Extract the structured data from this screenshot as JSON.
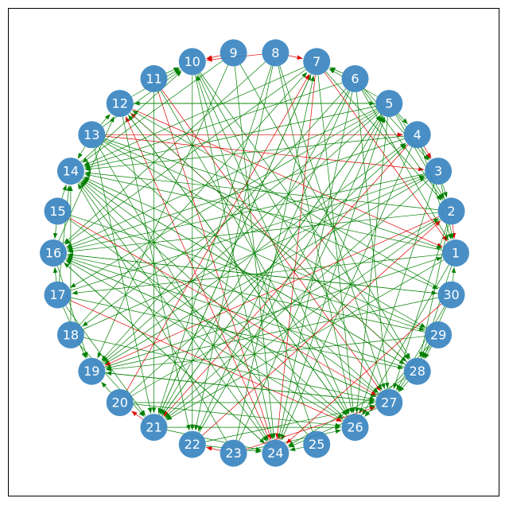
{
  "graph": {
    "node_color": "#3a86c1",
    "edge_colors": {
      "green": "#008000",
      "red": "#e00000"
    },
    "nodes": [
      {
        "id": "1"
      },
      {
        "id": "2"
      },
      {
        "id": "3"
      },
      {
        "id": "4"
      },
      {
        "id": "5"
      },
      {
        "id": "6"
      },
      {
        "id": "7"
      },
      {
        "id": "8"
      },
      {
        "id": "9"
      },
      {
        "id": "10"
      },
      {
        "id": "11"
      },
      {
        "id": "12"
      },
      {
        "id": "13"
      },
      {
        "id": "14"
      },
      {
        "id": "15"
      },
      {
        "id": "16"
      },
      {
        "id": "17"
      },
      {
        "id": "18"
      },
      {
        "id": "19"
      },
      {
        "id": "20"
      },
      {
        "id": "21"
      },
      {
        "id": "22"
      },
      {
        "id": "23"
      },
      {
        "id": "24"
      },
      {
        "id": "25"
      },
      {
        "id": "26"
      },
      {
        "id": "27"
      },
      {
        "id": "28"
      },
      {
        "id": "29"
      },
      {
        "id": "30"
      }
    ],
    "edges": [
      {
        "from": "9",
        "to": "10",
        "color": "red"
      },
      {
        "from": "8",
        "to": "10",
        "color": "red"
      },
      {
        "from": "8",
        "to": "7",
        "color": "red"
      },
      {
        "from": "5",
        "to": "7",
        "color": "green"
      },
      {
        "from": "6",
        "to": "7",
        "color": "green"
      },
      {
        "from": "5",
        "to": "4",
        "color": "green"
      },
      {
        "from": "5",
        "to": "3",
        "color": "green"
      },
      {
        "from": "5",
        "to": "2",
        "color": "green"
      },
      {
        "from": "4",
        "to": "3",
        "color": "red"
      },
      {
        "from": "3",
        "to": "2",
        "color": "green"
      },
      {
        "from": "2",
        "to": "1",
        "color": "red"
      },
      {
        "from": "30",
        "to": "1",
        "color": "green"
      },
      {
        "from": "29",
        "to": "28",
        "color": "green"
      },
      {
        "from": "30",
        "to": "28",
        "color": "green"
      },
      {
        "from": "28",
        "to": "27",
        "color": "green"
      },
      {
        "from": "25",
        "to": "24",
        "color": "green"
      },
      {
        "from": "23",
        "to": "22",
        "color": "red"
      },
      {
        "from": "21",
        "to": "20",
        "color": "red"
      },
      {
        "from": "20",
        "to": "19",
        "color": "green"
      },
      {
        "from": "17",
        "to": "16",
        "color": "green"
      },
      {
        "from": "15",
        "to": "16",
        "color": "green"
      },
      {
        "from": "15",
        "to": "14",
        "color": "green"
      },
      {
        "from": "13",
        "to": "14",
        "color": "green"
      },
      {
        "from": "13",
        "to": "12",
        "color": "green"
      },
      {
        "from": "11",
        "to": "10",
        "color": "green"
      },
      {
        "from": "13",
        "to": "3",
        "color": "red"
      },
      {
        "from": "13",
        "to": "4",
        "color": "red"
      },
      {
        "from": "12",
        "to": "5",
        "color": "green"
      },
      {
        "from": "12",
        "to": "1",
        "color": "red"
      },
      {
        "from": "11",
        "to": "27",
        "color": "red"
      },
      {
        "from": "11",
        "to": "24",
        "color": "red"
      },
      {
        "from": "10",
        "to": "27",
        "color": "green"
      },
      {
        "from": "10",
        "to": "26",
        "color": "green"
      },
      {
        "from": "10",
        "to": "28",
        "color": "green"
      },
      {
        "from": "10",
        "to": "22",
        "color": "green"
      },
      {
        "from": "9",
        "to": "24",
        "color": "green"
      },
      {
        "from": "9",
        "to": "19",
        "color": "green"
      },
      {
        "from": "9",
        "to": "14",
        "color": "green"
      },
      {
        "from": "8",
        "to": "26",
        "color": "green"
      },
      {
        "from": "8",
        "to": "21",
        "color": "green"
      },
      {
        "from": "8",
        "to": "16",
        "color": "green"
      },
      {
        "from": "8",
        "to": "27",
        "color": "green"
      },
      {
        "from": "7",
        "to": "24",
        "color": "red"
      },
      {
        "from": "7",
        "to": "21",
        "color": "green"
      },
      {
        "from": "7",
        "to": "14",
        "color": "green"
      },
      {
        "from": "7",
        "to": "16",
        "color": "green"
      },
      {
        "from": "6",
        "to": "19",
        "color": "green"
      },
      {
        "from": "6",
        "to": "21",
        "color": "green"
      },
      {
        "from": "6",
        "to": "14",
        "color": "green"
      },
      {
        "from": "6",
        "to": "27",
        "color": "green"
      },
      {
        "from": "5",
        "to": "16",
        "color": "green"
      },
      {
        "from": "5",
        "to": "19",
        "color": "green"
      },
      {
        "from": "5",
        "to": "21",
        "color": "green"
      },
      {
        "from": "5",
        "to": "14",
        "color": "green"
      },
      {
        "from": "5",
        "to": "12",
        "color": "green"
      },
      {
        "from": "4",
        "to": "14",
        "color": "green"
      },
      {
        "from": "4",
        "to": "16",
        "color": "green"
      },
      {
        "from": "4",
        "to": "21",
        "color": "red"
      },
      {
        "from": "3",
        "to": "16",
        "color": "green"
      },
      {
        "from": "3",
        "to": "21",
        "color": "green"
      },
      {
        "from": "3",
        "to": "19",
        "color": "green"
      },
      {
        "from": "2",
        "to": "16",
        "color": "green"
      },
      {
        "from": "2",
        "to": "19",
        "color": "red"
      },
      {
        "from": "2",
        "to": "21",
        "color": "green"
      },
      {
        "from": "2",
        "to": "14",
        "color": "green"
      },
      {
        "from": "1",
        "to": "17",
        "color": "green"
      },
      {
        "from": "1",
        "to": "14",
        "color": "green"
      },
      {
        "from": "1",
        "to": "21",
        "color": "green"
      },
      {
        "from": "30",
        "to": "16",
        "color": "green"
      },
      {
        "from": "30",
        "to": "19",
        "color": "green"
      },
      {
        "from": "30",
        "to": "12",
        "color": "green"
      },
      {
        "from": "29",
        "to": "16",
        "color": "green"
      },
      {
        "from": "29",
        "to": "14",
        "color": "green"
      },
      {
        "from": "29",
        "to": "19",
        "color": "green"
      },
      {
        "from": "28",
        "to": "16",
        "color": "green"
      },
      {
        "from": "28",
        "to": "14",
        "color": "green"
      },
      {
        "from": "28",
        "to": "12",
        "color": "red"
      },
      {
        "from": "27",
        "to": "16",
        "color": "green"
      },
      {
        "from": "27",
        "to": "14",
        "color": "green"
      },
      {
        "from": "27",
        "to": "19",
        "color": "green"
      },
      {
        "from": "26",
        "to": "16",
        "color": "green"
      },
      {
        "from": "26",
        "to": "14",
        "color": "green"
      },
      {
        "from": "26",
        "to": "12",
        "color": "green"
      },
      {
        "from": "25",
        "to": "14",
        "color": "green"
      },
      {
        "from": "25",
        "to": "10",
        "color": "green"
      },
      {
        "from": "24",
        "to": "16",
        "color": "green"
      },
      {
        "from": "24",
        "to": "12",
        "color": "red"
      },
      {
        "from": "24",
        "to": "5",
        "color": "green"
      },
      {
        "from": "23",
        "to": "14",
        "color": "green"
      },
      {
        "from": "23",
        "to": "5",
        "color": "green"
      },
      {
        "from": "23",
        "to": "7",
        "color": "green"
      },
      {
        "from": "22",
        "to": "5",
        "color": "green"
      },
      {
        "from": "22",
        "to": "2",
        "color": "red"
      },
      {
        "from": "21",
        "to": "7",
        "color": "green"
      },
      {
        "from": "21",
        "to": "5",
        "color": "green"
      },
      {
        "from": "20",
        "to": "4",
        "color": "green"
      },
      {
        "from": "20",
        "to": "2",
        "color": "green"
      },
      {
        "from": "20",
        "to": "7",
        "color": "red"
      },
      {
        "from": "19",
        "to": "1",
        "color": "green"
      },
      {
        "from": "19",
        "to": "4",
        "color": "green"
      },
      {
        "from": "18",
        "to": "3",
        "color": "green"
      },
      {
        "from": "18",
        "to": "27",
        "color": "green"
      },
      {
        "from": "18",
        "to": "7",
        "color": "green"
      },
      {
        "from": "17",
        "to": "28",
        "color": "green"
      },
      {
        "from": "17",
        "to": "26",
        "color": "red"
      },
      {
        "from": "17",
        "to": "3",
        "color": "green"
      },
      {
        "from": "16",
        "to": "27",
        "color": "green"
      },
      {
        "from": "16",
        "to": "24",
        "color": "green"
      },
      {
        "from": "16",
        "to": "30",
        "color": "green"
      },
      {
        "from": "15",
        "to": "26",
        "color": "green"
      },
      {
        "from": "15",
        "to": "27",
        "color": "red"
      },
      {
        "from": "15",
        "to": "29",
        "color": "green"
      },
      {
        "from": "14",
        "to": "28",
        "color": "green"
      },
      {
        "from": "14",
        "to": "24",
        "color": "green"
      },
      {
        "from": "13",
        "to": "27",
        "color": "green"
      },
      {
        "from": "13",
        "to": "24",
        "color": "green"
      },
      {
        "from": "13",
        "to": "29",
        "color": "green"
      },
      {
        "from": "13",
        "to": "21",
        "color": "green"
      },
      {
        "from": "12",
        "to": "26",
        "color": "green"
      },
      {
        "from": "12",
        "to": "22",
        "color": "green"
      },
      {
        "from": "12",
        "to": "28",
        "color": "green"
      },
      {
        "from": "11",
        "to": "21",
        "color": "green"
      },
      {
        "from": "11",
        "to": "26",
        "color": "green"
      },
      {
        "from": "10",
        "to": "24",
        "color": "green"
      },
      {
        "from": "9",
        "to": "28",
        "color": "green"
      },
      {
        "from": "8",
        "to": "22",
        "color": "green"
      },
      {
        "from": "7",
        "to": "26",
        "color": "green"
      },
      {
        "from": "6",
        "to": "24",
        "color": "green"
      },
      {
        "from": "6",
        "to": "22",
        "color": "green"
      },
      {
        "from": "5",
        "to": "26",
        "color": "green"
      },
      {
        "from": "4",
        "to": "24",
        "color": "green"
      },
      {
        "from": "3",
        "to": "26",
        "color": "green"
      },
      {
        "from": "2",
        "to": "27",
        "color": "green"
      },
      {
        "from": "1",
        "to": "26",
        "color": "green"
      },
      {
        "from": "20",
        "to": "27",
        "color": "green"
      },
      {
        "from": "20",
        "to": "26",
        "color": "green"
      },
      {
        "from": "19",
        "to": "27",
        "color": "green"
      },
      {
        "from": "21",
        "to": "26",
        "color": "green"
      },
      {
        "from": "22",
        "to": "27",
        "color": "green"
      },
      {
        "from": "23",
        "to": "26",
        "color": "green"
      },
      {
        "from": "23",
        "to": "27",
        "color": "red"
      },
      {
        "from": "22",
        "to": "24",
        "color": "green"
      },
      {
        "from": "21",
        "to": "24",
        "color": "green"
      },
      {
        "from": "18",
        "to": "21",
        "color": "green"
      },
      {
        "from": "17",
        "to": "19",
        "color": "green"
      },
      {
        "from": "17",
        "to": "21",
        "color": "green"
      },
      {
        "from": "16",
        "to": "19",
        "color": "green"
      },
      {
        "from": "18",
        "to": "14",
        "color": "green"
      },
      {
        "from": "17",
        "to": "14",
        "color": "green"
      },
      {
        "from": "16",
        "to": "12",
        "color": "green"
      },
      {
        "from": "14",
        "to": "10",
        "color": "green"
      },
      {
        "from": "12",
        "to": "10",
        "color": "green"
      },
      {
        "from": "13",
        "to": "10",
        "color": "green"
      },
      {
        "from": "6",
        "to": "3",
        "color": "green"
      },
      {
        "from": "6",
        "to": "2",
        "color": "green"
      },
      {
        "from": "6",
        "to": "1",
        "color": "green"
      },
      {
        "from": "7",
        "to": "1",
        "color": "red"
      },
      {
        "from": "7",
        "to": "2",
        "color": "green"
      },
      {
        "from": "4",
        "to": "1",
        "color": "green"
      },
      {
        "from": "3",
        "to": "1",
        "color": "green"
      },
      {
        "from": "30",
        "to": "27",
        "color": "green"
      },
      {
        "from": "29",
        "to": "27",
        "color": "green"
      },
      {
        "from": "1",
        "to": "28",
        "color": "green"
      },
      {
        "from": "2",
        "to": "28",
        "color": "green"
      },
      {
        "from": "30",
        "to": "24",
        "color": "red"
      },
      {
        "from": "29",
        "to": "26",
        "color": "green"
      },
      {
        "from": "28",
        "to": "24",
        "color": "green"
      },
      {
        "from": "27",
        "to": "24",
        "color": "green"
      },
      {
        "from": "5",
        "to": "17",
        "color": "green"
      },
      {
        "from": "5",
        "to": "18",
        "color": "green"
      },
      {
        "from": "13",
        "to": "1",
        "color": "green"
      },
      {
        "from": "13",
        "to": "30",
        "color": "green"
      }
    ]
  }
}
